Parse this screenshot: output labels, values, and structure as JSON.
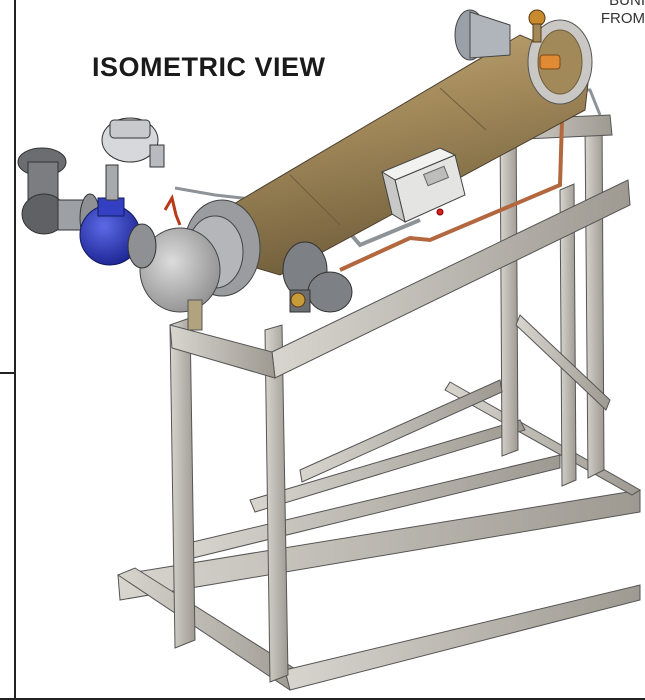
{
  "drawing": {
    "title": "ISOMETRIC VIEW",
    "corner_note_line1": "BUNI",
    "corner_note_line2": "FROM"
  },
  "colors": {
    "vessel_body": "#a2895a",
    "frame_steel": "#bdb9b1",
    "valve_blue": "#2632b8",
    "copper_tube": "#b2673f",
    "flange_gray": "#8a8c90",
    "actuator_light": "#d6d8dc"
  }
}
